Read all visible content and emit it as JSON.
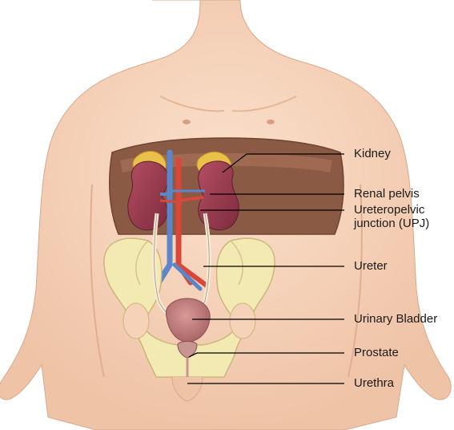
{
  "figure": {
    "labels": {
      "kidney": "Kidney",
      "renal_pelvis": "Renal pelvis",
      "upj_line1": "Ureteropelvic",
      "upj_line2": "junction (UPJ)",
      "ureter": "Ureter",
      "bladder": "Urinary Bladder",
      "prostate": "Prostate",
      "urethra": "Urethra"
    }
  },
  "colors": {
    "skin": "#f6d2b8",
    "skin_shadow": "#e8b99a",
    "body_cavity": "#8a5a44",
    "bone": "#f3e9b3",
    "bone_outline": "#c9b77a",
    "kidney": "#9c3b4f",
    "adrenal": "#e8c04a",
    "artery": "#d9463a",
    "vein": "#5b86c9",
    "bladder": "#c47f7f",
    "leader_line": "#000000"
  }
}
